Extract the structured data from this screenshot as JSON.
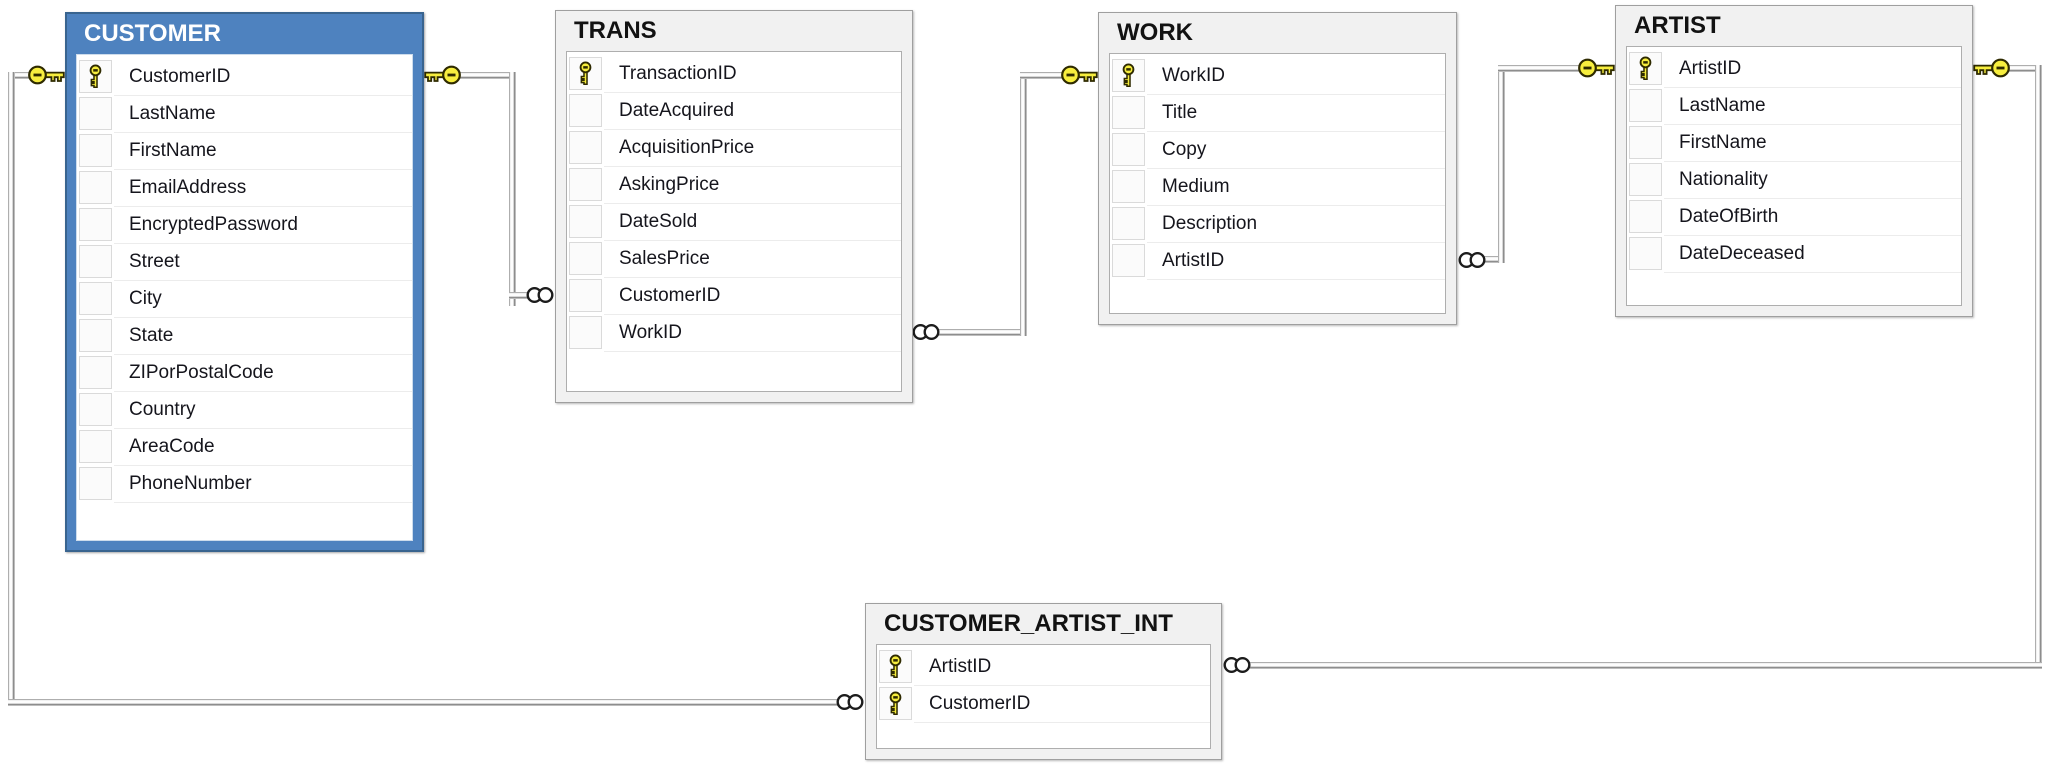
{
  "diagram": {
    "kind": "database-relationship-diagram",
    "tables": [
      {
        "name": "CUSTOMER",
        "selected": true,
        "columns": [
          {
            "name": "CustomerID",
            "pk": true
          },
          {
            "name": "LastName",
            "pk": false
          },
          {
            "name": "FirstName",
            "pk": false
          },
          {
            "name": "EmailAddress",
            "pk": false
          },
          {
            "name": "EncryptedPassword",
            "pk": false
          },
          {
            "name": "Street",
            "pk": false
          },
          {
            "name": "City",
            "pk": false
          },
          {
            "name": "State",
            "pk": false
          },
          {
            "name": "ZIPorPostalCode",
            "pk": false
          },
          {
            "name": "Country",
            "pk": false
          },
          {
            "name": "AreaCode",
            "pk": false
          },
          {
            "name": "PhoneNumber",
            "pk": false
          }
        ]
      },
      {
        "name": "TRANS",
        "selected": false,
        "columns": [
          {
            "name": "TransactionID",
            "pk": true
          },
          {
            "name": "DateAcquired",
            "pk": false
          },
          {
            "name": "AcquisitionPrice",
            "pk": false
          },
          {
            "name": "AskingPrice",
            "pk": false
          },
          {
            "name": "DateSold",
            "pk": false
          },
          {
            "name": "SalesPrice",
            "pk": false
          },
          {
            "name": "CustomerID",
            "pk": false
          },
          {
            "name": "WorkID",
            "pk": false
          }
        ]
      },
      {
        "name": "WORK",
        "selected": false,
        "columns": [
          {
            "name": "WorkID",
            "pk": true
          },
          {
            "name": "Title",
            "pk": false
          },
          {
            "name": "Copy",
            "pk": false
          },
          {
            "name": "Medium",
            "pk": false
          },
          {
            "name": "Description",
            "pk": false
          },
          {
            "name": "ArtistID",
            "pk": false
          }
        ]
      },
      {
        "name": "ARTIST",
        "selected": false,
        "columns": [
          {
            "name": "ArtistID",
            "pk": true
          },
          {
            "name": "LastName",
            "pk": false
          },
          {
            "name": "FirstName",
            "pk": false
          },
          {
            "name": "Nationality",
            "pk": false
          },
          {
            "name": "DateOfBirth",
            "pk": false
          },
          {
            "name": "DateDeceased",
            "pk": false
          }
        ]
      },
      {
        "name": "CUSTOMER_ARTIST_INT",
        "selected": false,
        "columns": [
          {
            "name": "ArtistID",
            "pk": true
          },
          {
            "name": "CustomerID",
            "pk": true
          }
        ]
      }
    ],
    "relationships": [
      {
        "one_side": "CUSTOMER.CustomerID",
        "many_side": "TRANS.CustomerID"
      },
      {
        "one_side": "WORK.WorkID",
        "many_side": "TRANS.WorkID"
      },
      {
        "one_side": "ARTIST.ArtistID",
        "many_side": "WORK.ArtistID"
      },
      {
        "one_side": "ARTIST.ArtistID",
        "many_side": "CUSTOMER_ARTIST_INT.ArtistID"
      },
      {
        "one_side": "CUSTOMER.CustomerID",
        "many_side": "CUSTOMER_ARTIST_INT.CustomerID"
      }
    ],
    "colors": {
      "selected_header": "#4e82bf",
      "selected_border": "#39648f",
      "table_header_bg": "#f1f1f1",
      "table_border": "#9f9f9f",
      "key_icon_yellow": "#f7ee3e",
      "line_gray": "#8d8d8d",
      "row_text": "#15151c"
    }
  }
}
